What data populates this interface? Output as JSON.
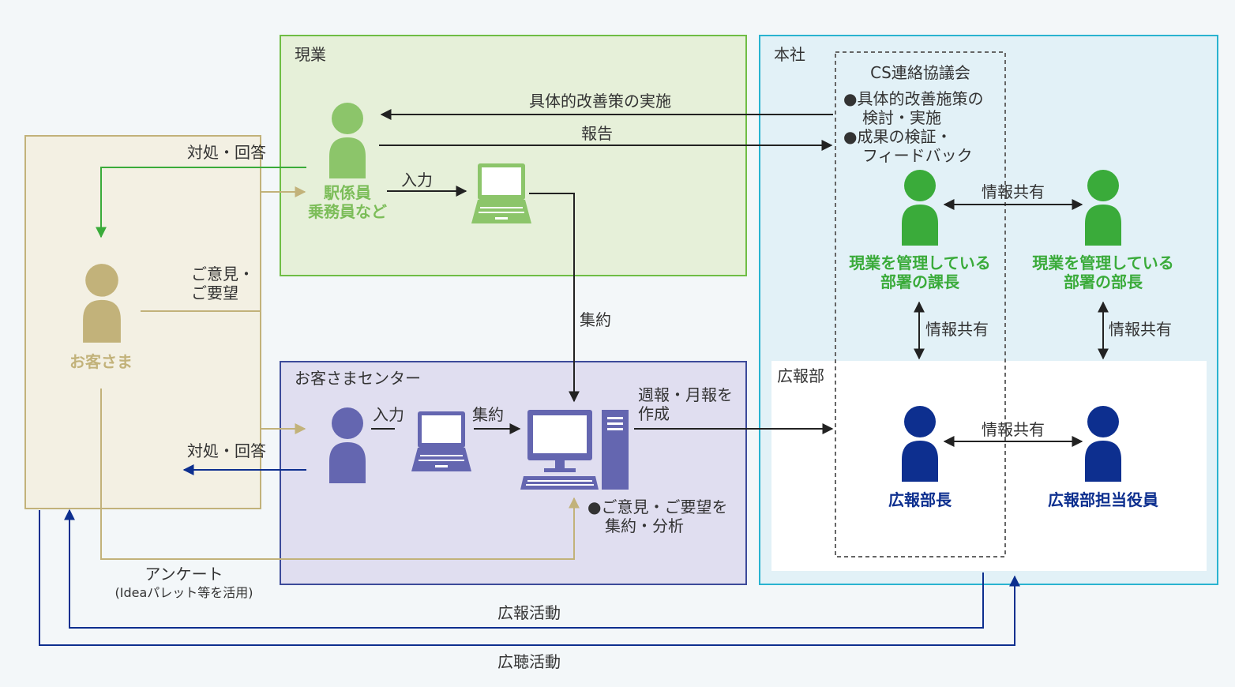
{
  "regions": {
    "genba": "現業",
    "honsha": "本社",
    "cs_council": "CS連絡協議会",
    "customer_center": "お客さまセンター",
    "pr_dept": "広報部"
  },
  "actors": {
    "customer": "お客さま",
    "station_staff": [
      "駅係員",
      "乗務員など"
    ],
    "manager_section": [
      "現業を管理している",
      "部署の課長"
    ],
    "manager_dept": [
      "現業を管理している",
      "部署の部長"
    ],
    "pr_head": "広報部長",
    "pr_exec": "広報部担当役員"
  },
  "council_notes": [
    "●具体的改善施策の",
    "検討・実施",
    "●成果の検証・",
    "フィードバック"
  ],
  "center_note": [
    "●ご意見・ご要望を",
    "集約・分析"
  ],
  "flows": {
    "implementation": "具体的改善策の実施",
    "report": "報告",
    "response_top": "対処・回答",
    "input_top": "入力",
    "opinions": [
      "ご意見・",
      "ご要望"
    ],
    "aggregate_vertical": "集約",
    "input_center": "入力",
    "aggregate_center": "集約",
    "weekly_monthly": [
      "週報・月報を",
      "作成"
    ],
    "response_bottom": "対処・回答",
    "survey": "アンケート",
    "survey_note": "(Ideaパレット等を活用)",
    "pr_activity": "広報活動",
    "listening_activity": "広聴活動",
    "info_share": "情報共有"
  },
  "colors": {
    "customer": "#c2b27a",
    "station_staff": "#8cc56a",
    "honsha_staff": "#3aab3a",
    "center_staff": "#6466b0",
    "pr_staff": "#0d2f8f",
    "genba_bg": "#e6f0d9",
    "center_bg": "#e0def0",
    "honsha_bg": "#e2f1f7"
  }
}
